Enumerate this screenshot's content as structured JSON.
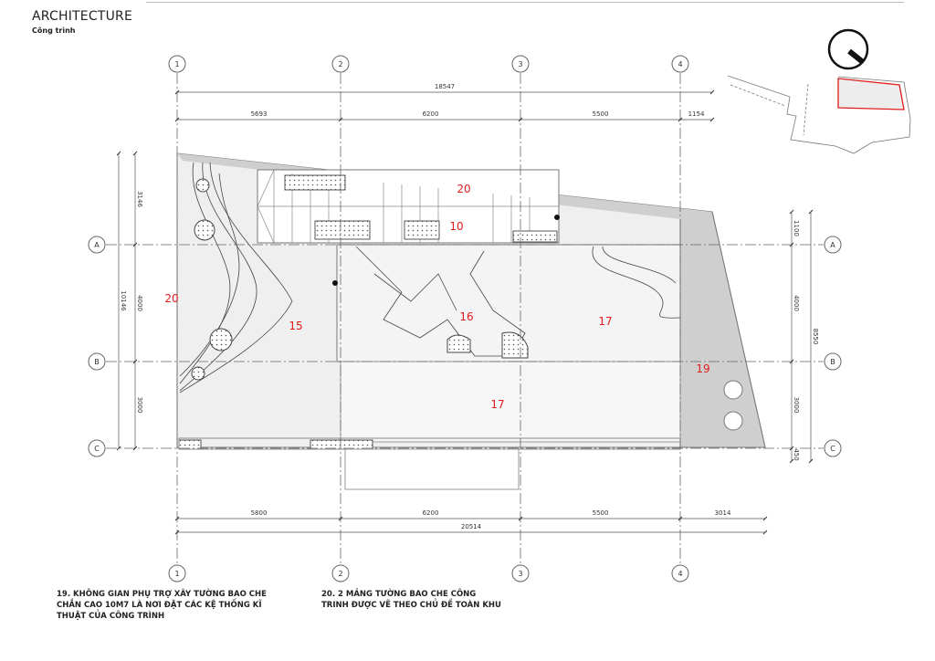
{
  "header": {
    "title": "ARCHITECTURE",
    "subtitle": "Công trình"
  },
  "grid": {
    "columns": [
      "1",
      "2",
      "3",
      "4"
    ],
    "rows": [
      "A",
      "B",
      "C"
    ]
  },
  "dimensions": {
    "top_total": "18547",
    "top_segments": [
      "5693",
      "6200",
      "5500",
      "1154"
    ],
    "bottom_segments": [
      "5800",
      "6200",
      "5500",
      "3014"
    ],
    "bottom_total": "20514",
    "left_total": "10146",
    "left_segments": [
      "3146",
      "4000",
      "3000"
    ],
    "right_segments": [
      "1100",
      "4000",
      "3000",
      "450"
    ],
    "right_total": "8550"
  },
  "zone_labels": [
    "20",
    "10",
    "20",
    "15",
    "16",
    "17",
    "17",
    "19"
  ],
  "notes": [
    "19. KHÔNG GIAN PHỤ TRỢ XÂY TƯỜNG BAO CHE CHẮN CAO 10M7 LÀ NƠI ĐẶT CÁC KỆ THỐNG KĨ THUẬT CỦA CÔNG TRÌNH",
    "20. 2 MẢNG TƯỜNG BAO CHE CÔNG TRINH ĐƯỢC VẼ THEO CHỦ ĐỀ TOÀN KHU"
  ],
  "colors": {
    "accent": "#e21b1b",
    "fill": "#efefef",
    "dark_fill": "#cfcfcf"
  }
}
